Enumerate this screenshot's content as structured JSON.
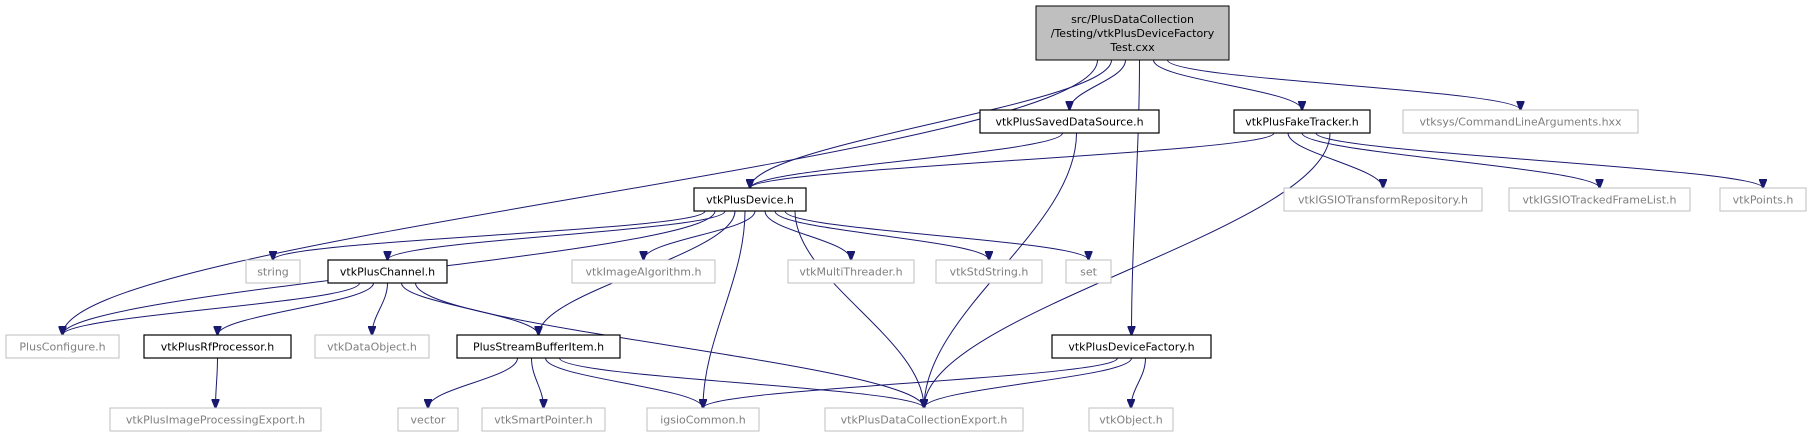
{
  "diagram": {
    "nodes": [
      {
        "id": "root",
        "kind": "root",
        "lines": [
          "src/PlusDataCollection",
          "/Testing/vtkPlusDeviceFactory",
          "Test.cxx"
        ]
      },
      {
        "id": "savedDataSource",
        "kind": "doc",
        "lines": [
          "vtkPlusSavedDataSource.h"
        ]
      },
      {
        "id": "fakeTracker",
        "kind": "doc",
        "lines": [
          "vtkPlusFakeTracker.h"
        ]
      },
      {
        "id": "cmdLineArgs",
        "kind": "ext",
        "lines": [
          "vtksys/CommandLineArguments.hxx"
        ]
      },
      {
        "id": "device",
        "kind": "doc",
        "lines": [
          "vtkPlusDevice.h"
        ]
      },
      {
        "id": "transformRepo",
        "kind": "ext",
        "lines": [
          "vtkIGSIOTransformRepository.h"
        ]
      },
      {
        "id": "trackedFrameList",
        "kind": "ext",
        "lines": [
          "vtkIGSIOTrackedFrameList.h"
        ]
      },
      {
        "id": "points",
        "kind": "ext",
        "lines": [
          "vtkPoints.h"
        ]
      },
      {
        "id": "string",
        "kind": "ext",
        "lines": [
          "string"
        ]
      },
      {
        "id": "channel",
        "kind": "doc",
        "lines": [
          "vtkPlusChannel.h"
        ]
      },
      {
        "id": "imageAlgorithm",
        "kind": "ext",
        "lines": [
          "vtkImageAlgorithm.h"
        ]
      },
      {
        "id": "multiThreader",
        "kind": "ext",
        "lines": [
          "vtkMultiThreader.h"
        ]
      },
      {
        "id": "stdString",
        "kind": "ext",
        "lines": [
          "vtkStdString.h"
        ]
      },
      {
        "id": "set",
        "kind": "ext",
        "lines": [
          "set"
        ]
      },
      {
        "id": "plusConfigure",
        "kind": "ext",
        "lines": [
          "PlusConfigure.h"
        ]
      },
      {
        "id": "rfProcessor",
        "kind": "doc",
        "lines": [
          "vtkPlusRfProcessor.h"
        ]
      },
      {
        "id": "dataObject",
        "kind": "ext",
        "lines": [
          "vtkDataObject.h"
        ]
      },
      {
        "id": "streamBufferItem",
        "kind": "doc",
        "lines": [
          "PlusStreamBufferItem.h"
        ]
      },
      {
        "id": "deviceFactory",
        "kind": "doc",
        "lines": [
          "vtkPlusDeviceFactory.h"
        ]
      },
      {
        "id": "imageProcessingExport",
        "kind": "ext",
        "lines": [
          "vtkPlusImageProcessingExport.h"
        ]
      },
      {
        "id": "vector",
        "kind": "ext",
        "lines": [
          "vector"
        ]
      },
      {
        "id": "smartPointer",
        "kind": "ext",
        "lines": [
          "vtkSmartPointer.h"
        ]
      },
      {
        "id": "igsioCommon",
        "kind": "ext",
        "lines": [
          "igsioCommon.h"
        ]
      },
      {
        "id": "dataCollectionExport",
        "kind": "ext",
        "lines": [
          "vtkPlusDataCollectionExport.h"
        ]
      },
      {
        "id": "vtkObject",
        "kind": "ext",
        "lines": [
          "vtkObject.h"
        ]
      }
    ],
    "edges": [
      [
        "root",
        "plusConfigure"
      ],
      [
        "root",
        "device"
      ],
      [
        "root",
        "savedDataSource"
      ],
      [
        "root",
        "deviceFactory"
      ],
      [
        "root",
        "fakeTracker"
      ],
      [
        "root",
        "cmdLineArgs"
      ],
      [
        "savedDataSource",
        "device"
      ],
      [
        "savedDataSource",
        "dataCollectionExport"
      ],
      [
        "fakeTracker",
        "device"
      ],
      [
        "fakeTracker",
        "transformRepo"
      ],
      [
        "fakeTracker",
        "trackedFrameList"
      ],
      [
        "fakeTracker",
        "points"
      ],
      [
        "fakeTracker",
        "dataCollectionExport"
      ],
      [
        "device",
        "string"
      ],
      [
        "device",
        "plusConfigure"
      ],
      [
        "device",
        "channel"
      ],
      [
        "device",
        "streamBufferItem"
      ],
      [
        "device",
        "igsioCommon"
      ],
      [
        "device",
        "imageAlgorithm"
      ],
      [
        "device",
        "multiThreader"
      ],
      [
        "device",
        "stdString"
      ],
      [
        "device",
        "set"
      ],
      [
        "device",
        "dataCollectionExport"
      ],
      [
        "channel",
        "plusConfigure"
      ],
      [
        "channel",
        "rfProcessor"
      ],
      [
        "channel",
        "dataObject"
      ],
      [
        "channel",
        "streamBufferItem"
      ],
      [
        "channel",
        "dataCollectionExport"
      ],
      [
        "rfProcessor",
        "imageProcessingExport"
      ],
      [
        "streamBufferItem",
        "vector"
      ],
      [
        "streamBufferItem",
        "smartPointer"
      ],
      [
        "streamBufferItem",
        "igsioCommon"
      ],
      [
        "streamBufferItem",
        "dataCollectionExport"
      ],
      [
        "deviceFactory",
        "igsioCommon"
      ],
      [
        "deviceFactory",
        "dataCollectionExport"
      ],
      [
        "deviceFactory",
        "vtkObject"
      ]
    ]
  }
}
